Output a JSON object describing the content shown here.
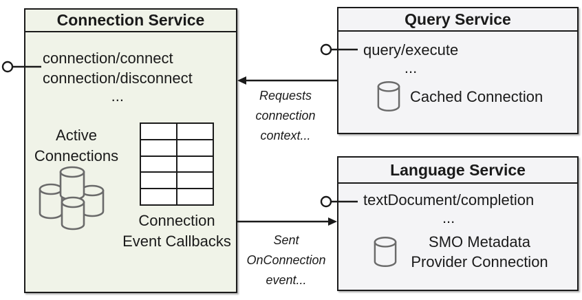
{
  "diagram": {
    "connection_service": {
      "title": "Connection Service",
      "methods": [
        "connection/connect",
        "connection/disconnect"
      ],
      "more": "...",
      "active_connections_label": "Active Connections",
      "callbacks_label": "Connection Event Callbacks"
    },
    "query_service": {
      "title": "Query Service",
      "methods": [
        "query/execute"
      ],
      "more": "...",
      "resource_label": "Cached Connection"
    },
    "language_service": {
      "title": "Language Service",
      "methods": [
        "textDocument/completion"
      ],
      "more": "...",
      "resource_label": "SMO Metadata Provider Connection"
    },
    "annotations": {
      "requests": "Requests connection context...",
      "sent": "Sent OnConnection event..."
    },
    "colors": {
      "connection_bg": "#f0f3e8",
      "service_bg": "#f4f4f6",
      "line": "#1a1a1a",
      "cylinder": "#6a6a6a"
    }
  }
}
